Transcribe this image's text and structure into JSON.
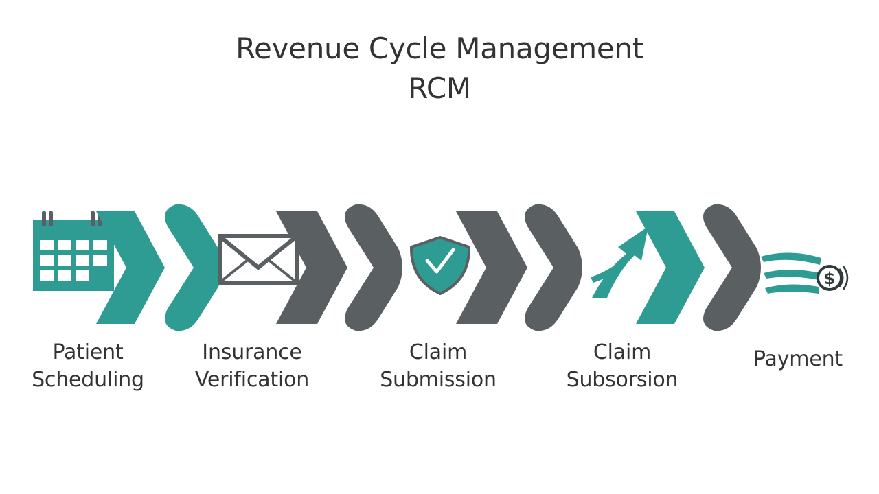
{
  "title": "Revenue Cycle Management",
  "subtitle": "RCM",
  "colors": {
    "teal": "#2e9c92",
    "gray": "#5a6061",
    "text": "#333333"
  },
  "steps": [
    {
      "line1": "Patient",
      "line2": "Scheduling",
      "icon": "calendar-icon"
    },
    {
      "line1": "Insurance",
      "line2": "Verification",
      "icon": "envelope-icon"
    },
    {
      "line1": "Claim",
      "line2": "Submission",
      "icon": "shield-check-icon"
    },
    {
      "line1": "Claim",
      "line2": "Subsorsion",
      "icon": "arrow-swoosh-icon"
    },
    {
      "line1": "Payment",
      "line2": "",
      "icon": "dollar-coin-icon"
    }
  ]
}
